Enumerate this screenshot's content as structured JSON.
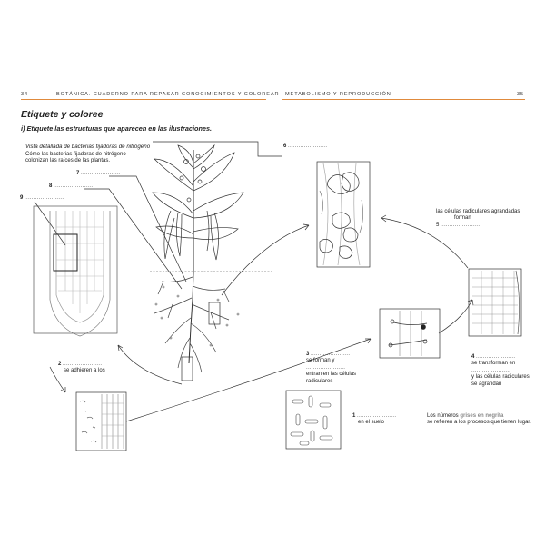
{
  "header": {
    "left_page_number": "34",
    "left_title": "BOTÁNICA. CUADERNO PARA REPASAR CONOCIMIENTOS Y COLOREAR",
    "right_title": "METABOLISMO Y REPRODUCCIÓN",
    "right_page_number": "35",
    "accent_color": "#e08a3c"
  },
  "section_title": "Etiquete y coloree",
  "instruction": "i) Etiquete las estructuras que aparecen en las ilustraciones.",
  "subtitle": "Vista detallada de bacterias fijadoras de nitrógeno",
  "intro_text": [
    "Cómo las bacterias fijadoras de nitrógeno",
    "colonizan las raíces de las plantas."
  ],
  "blank": "......................",
  "labels": {
    "n6": "6",
    "n7": "7",
    "n8": "8",
    "n9": "9",
    "n5": "5",
    "n2": "2",
    "n3": "3",
    "n4": "4",
    "n1": "1"
  },
  "captions": {
    "c5_line1": "las células radiculares agrandadas",
    "c5_line2": "forman",
    "c2": "se adhieren a los",
    "c3_line1": "se forman y",
    "c3_line2": "entran en las células",
    "c3_line3": "radiculares",
    "c4_line1": "se transforman en",
    "c4_line2": "y las células radiculares",
    "c4_line3": "se agrandan",
    "c1": "en el suelo"
  },
  "legend": {
    "prefix": "Los números",
    "highlight": "grises en negrita",
    "line2": "se refieren a los procesos que tienen lugar."
  }
}
